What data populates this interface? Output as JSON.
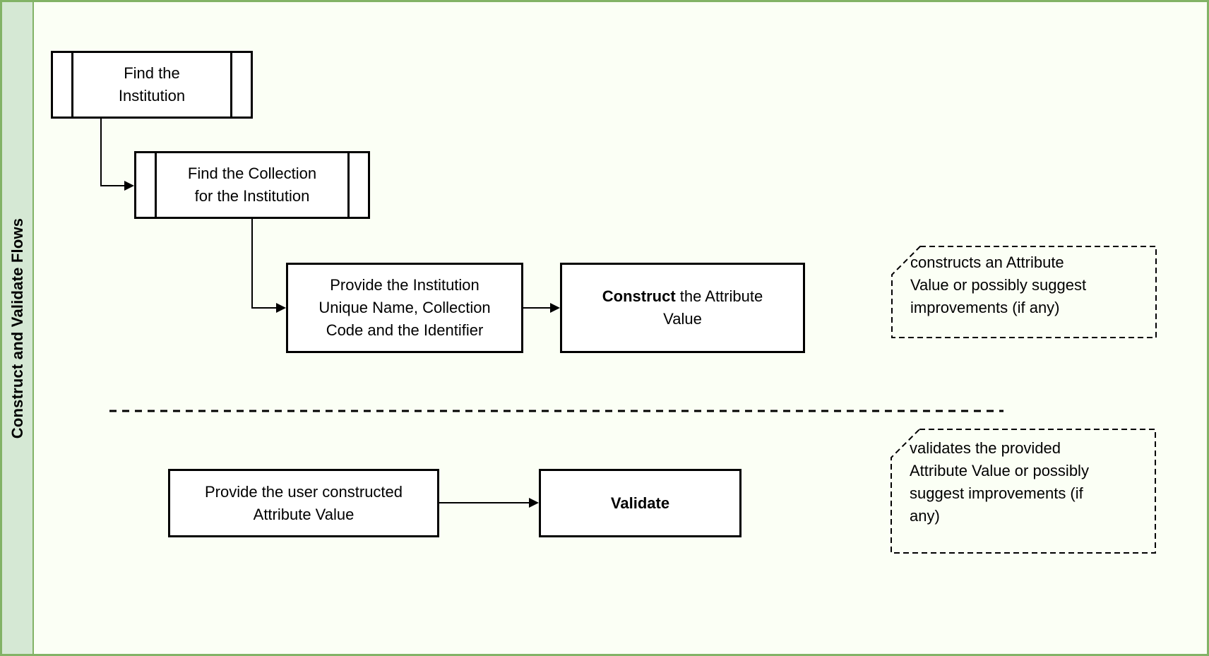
{
  "diagram": {
    "sidebar_label": "Construct and Validate Flows",
    "boxes": {
      "find_institution": "Find the\nInstitution",
      "find_collection": "Find the Collection\nfor the Institution",
      "provide_institution": "Provide the Institution\nUnique Name, Collection\nCode and the Identifier",
      "construct_bold": "Construct",
      "construct_rest": " the Attribute\nValue",
      "provide_user": "Provide the user constructed\nAttribute Value",
      "validate": "Validate"
    },
    "notes": {
      "construct_note": "constructs an Attribute\nValue or possibly suggest\nimprovements (if any)",
      "validate_note": "validates the provided\nAttribute Value or possibly\nsuggest improvements (if\nany)"
    },
    "colors": {
      "frame_green": "#82b366",
      "lane_fill": "#d5e8d4",
      "canvas_bg": "#fbfff5",
      "shape_border": "#000000",
      "shape_fill": "#ffffff"
    }
  }
}
